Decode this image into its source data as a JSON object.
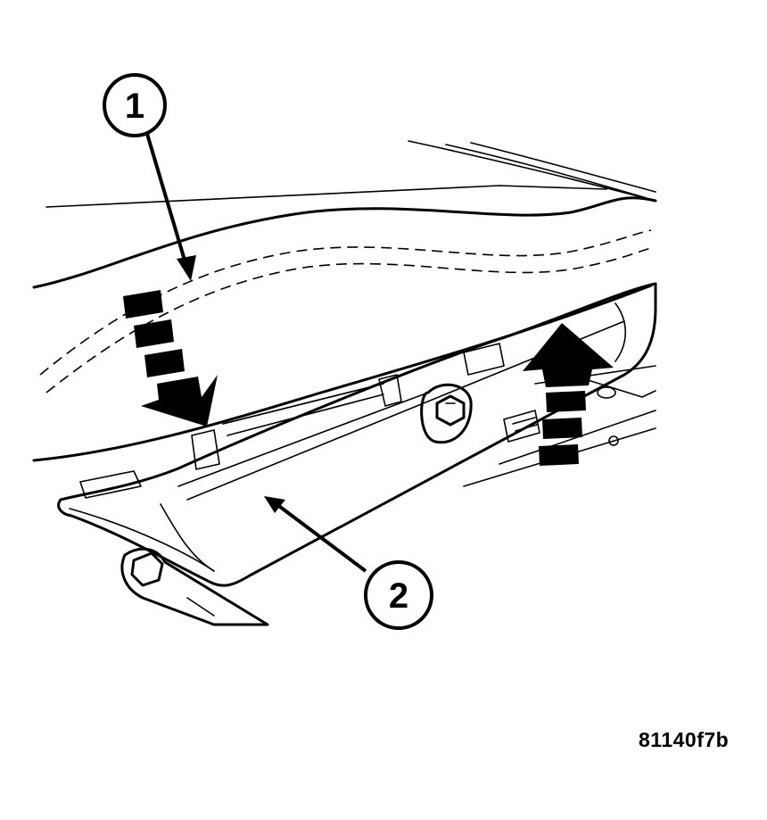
{
  "callouts": [
    {
      "label": "1"
    },
    {
      "label": "2"
    }
  ],
  "figure_id": "81140f7b",
  "colors": {
    "ink": "#000000",
    "paper": "#ffffff"
  }
}
